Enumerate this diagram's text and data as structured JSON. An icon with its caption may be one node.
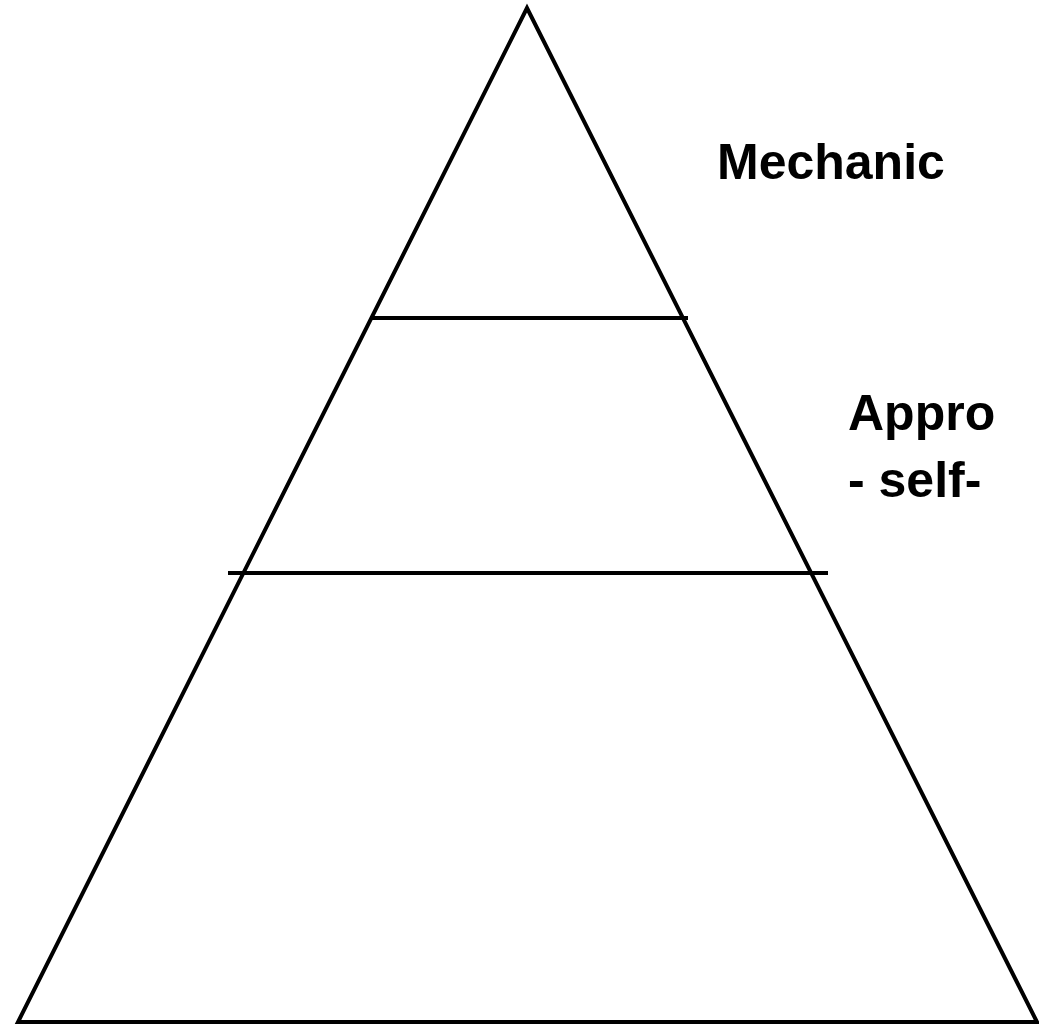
{
  "diagram": {
    "labels": [
      "Mechanic",
      "Appro",
      "- self-"
    ]
  }
}
